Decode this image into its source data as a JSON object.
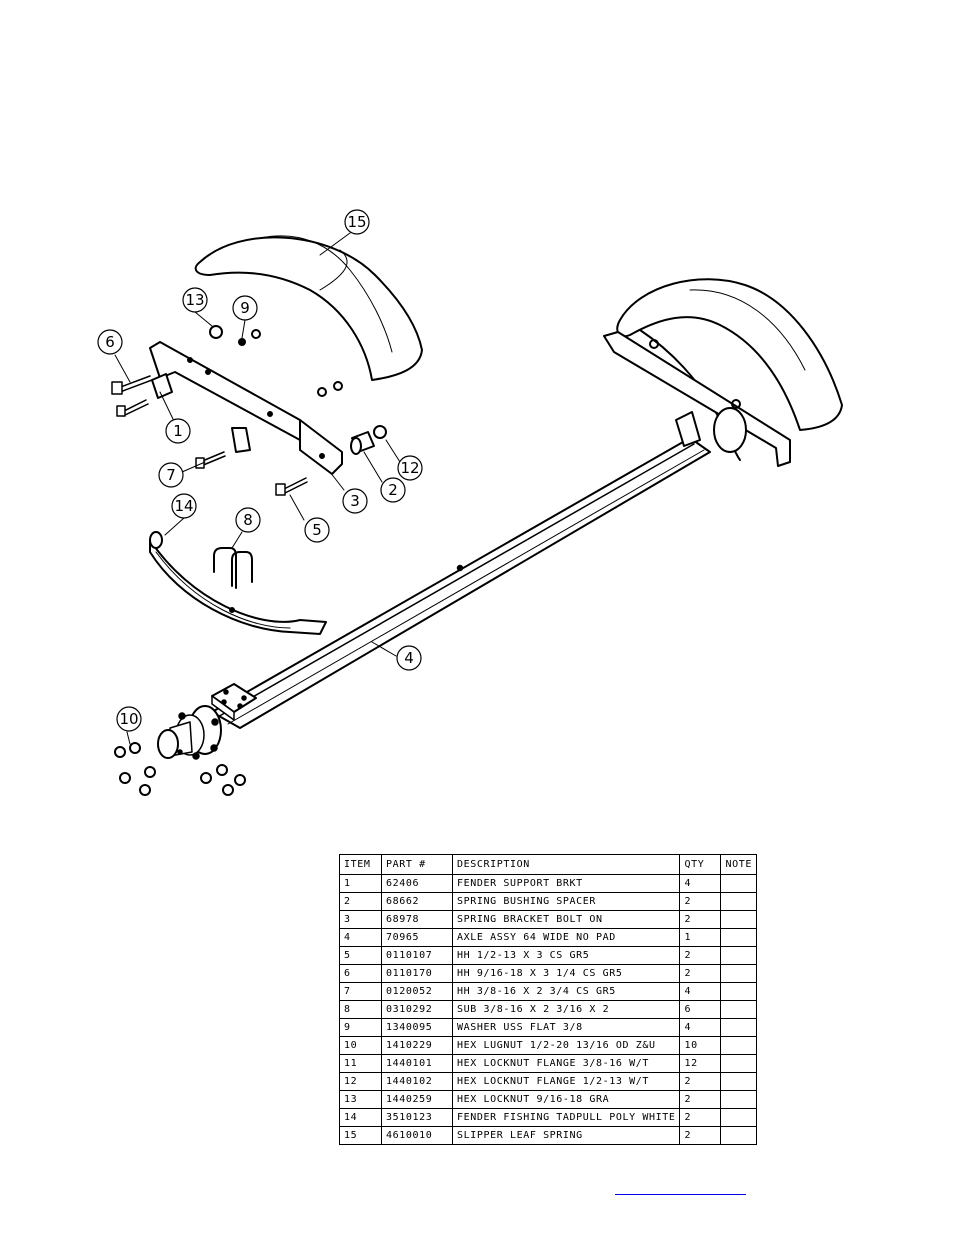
{
  "callouts": [
    "1",
    "2",
    "3",
    "4",
    "5",
    "6",
    "7",
    "8",
    "9",
    "10",
    "12",
    "13",
    "14",
    "15"
  ],
  "table": {
    "headers": [
      "ITEM",
      "PART #",
      "DESCRIPTION",
      "QTY",
      "NOTE"
    ],
    "rows": [
      [
        "1",
        "62406",
        "FENDER SUPPORT BRKT",
        "4",
        ""
      ],
      [
        "2",
        "68662",
        "SPRING BUSHING SPACER",
        "2",
        ""
      ],
      [
        "3",
        "68978",
        "SPRING BRACKET BOLT ON",
        "2",
        ""
      ],
      [
        "4",
        "70965",
        "AXLE ASSY 64 WIDE NO PAD",
        "1",
        ""
      ],
      [
        "5",
        "0110107",
        "HH 1/2-13 X 3 CS GR5",
        "2",
        ""
      ],
      [
        "6",
        "0110170",
        "HH 9/16-18 X 3 1/4 CS GR5",
        "2",
        ""
      ],
      [
        "7",
        "0120052",
        "HH 3/8-16 X 2 3/4 CS GR5",
        "4",
        ""
      ],
      [
        "8",
        "0310292",
        "SUB 3/8-16 X 2 3/16 X 2",
        "6",
        ""
      ],
      [
        "9",
        "1340095",
        "WASHER USS FLAT 3/8",
        "4",
        ""
      ],
      [
        "10",
        "1410229",
        "HEX LUGNUT 1/2-20 13/16 OD Z&U",
        "10",
        ""
      ],
      [
        "11",
        "1440101",
        "HEX LOCKNUT FLANGE 3/8-16 W/T",
        "12",
        ""
      ],
      [
        "12",
        "1440102",
        "HEX LOCKNUT FLANGE 1/2-13 W/T",
        "2",
        ""
      ],
      [
        "13",
        "1440259",
        "HEX LOCKNUT 9/16-18 GRA",
        "2",
        ""
      ],
      [
        "14",
        "3510123",
        "FENDER  FISHING TADPULL POLY WHITE",
        "2",
        ""
      ],
      [
        "15",
        "4610010",
        "SLIPPER LEAF SPRING",
        "2",
        ""
      ]
    ]
  },
  "colors": {
    "line": "#000000",
    "link": "#0000ee"
  }
}
